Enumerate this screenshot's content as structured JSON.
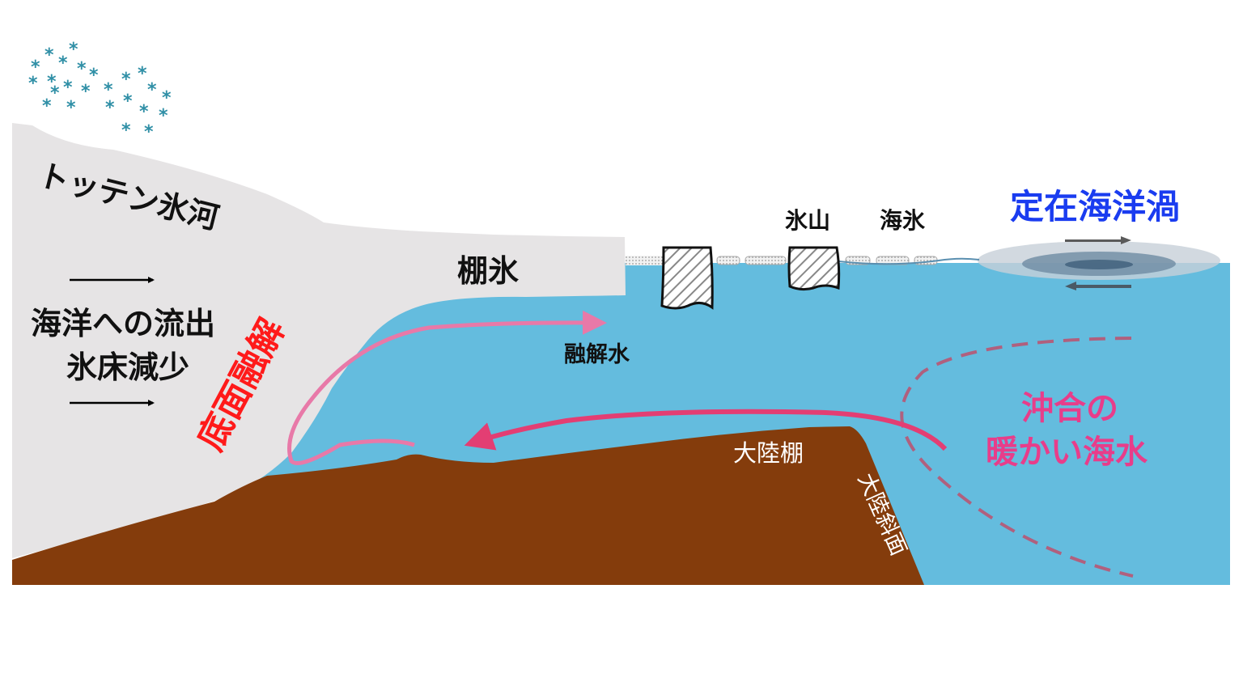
{
  "labels": {
    "glacier": "トッテン氷河",
    "outflow": "海洋への流出",
    "ice_loss": "氷床減少",
    "basal_melt": "底面融解",
    "ice_shelf": "棚氷",
    "meltwater": "融解水",
    "iceberg": "氷山",
    "sea_ice": "海氷",
    "eddy": "定在海洋渦",
    "warm_water_line1": "沖合の",
    "warm_water_line2": "暖かい海水",
    "continental_shelf": "大陸棚",
    "continental_slope": "大陸斜面"
  },
  "colors": {
    "ocean": "#64bcde",
    "ice": "#e6e4e5",
    "land": "#843c0c",
    "snow": "#2f8fa6",
    "basal_melt_text": "#ff1a1a",
    "eddy_text": "#1a3cf0",
    "warm_text": "#e83d8a",
    "meltwater_arrow": "#e879a8",
    "warm_arrow": "#e33e73",
    "dashed": "#b0607e"
  },
  "icons": {
    "snow": "snowflake-icon"
  }
}
